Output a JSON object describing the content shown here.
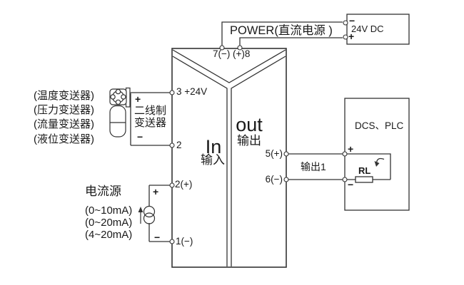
{
  "power": {
    "label": "POWER(直流电源 )",
    "terminal_left": "7(−)",
    "terminal_right": "(+)8",
    "supply": {
      "voltage": "24V DC",
      "minus": "−",
      "plus": "+"
    }
  },
  "isolator": {
    "in_title": "In",
    "in_subtitle": "输入",
    "out_title": "out",
    "out_subtitle": "输出",
    "terminals": {
      "t3": "3 +24V",
      "t2": "2",
      "t2p": "2(+)",
      "t1": "1(−)",
      "t5": "5(+)",
      "t6": "6(−)"
    }
  },
  "transmitter": {
    "types": [
      "(温度变送器)",
      "(压力变送器)",
      "(流量变送器)",
      "(液位变送器)"
    ],
    "label_line1": "二线制",
    "label_line2": "变送器",
    "plus": "+",
    "minus": "−"
  },
  "current_source": {
    "title": "电流源",
    "ranges": [
      "(0~10mA)",
      "(0~20mA)",
      "(4~20mA)"
    ],
    "plus": "+",
    "minus": "−"
  },
  "output": {
    "channel_label": "输出1",
    "receiver": "DCS、PLC",
    "load_label": "RL",
    "plus": "+",
    "minus": "−"
  },
  "colors": {
    "line": "#333333",
    "text": "#1a1a1a",
    "background": "#ffffff"
  }
}
